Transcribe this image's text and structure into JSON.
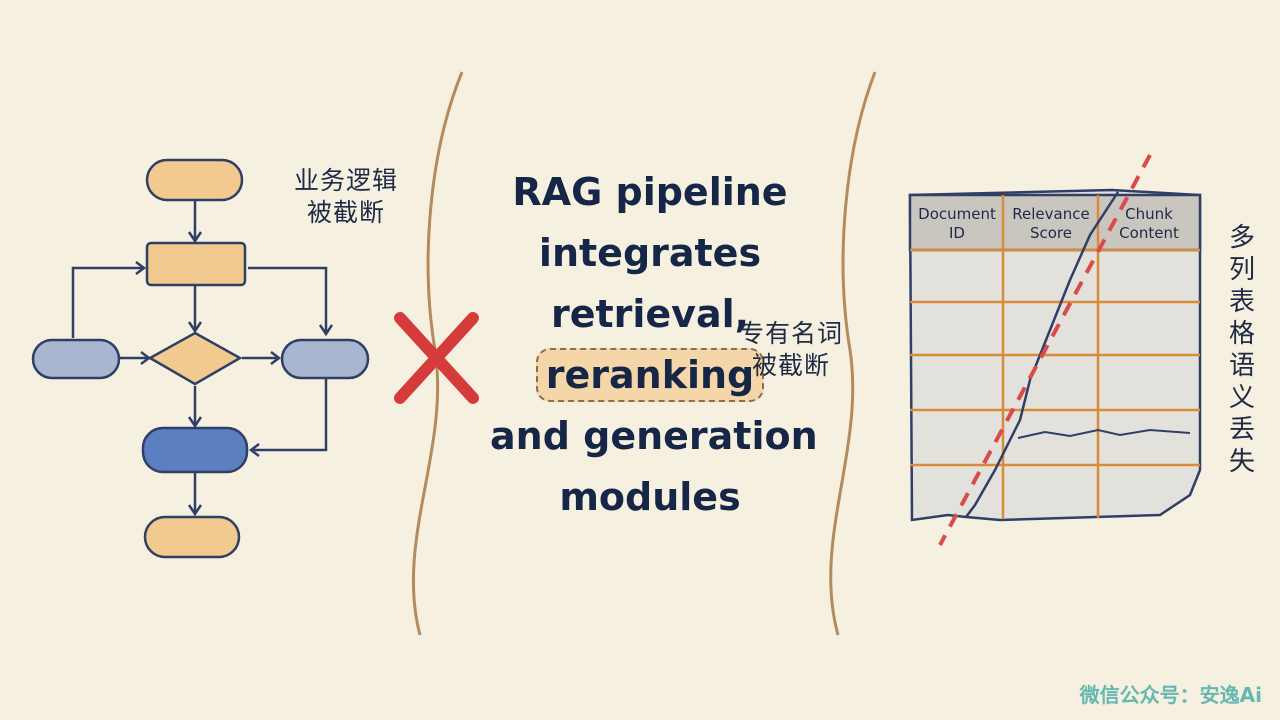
{
  "left_panel": {
    "caption_line1": "业务逻辑",
    "caption_line2": "被截断"
  },
  "center_panel": {
    "text_lines": [
      "RAG pipeline",
      "integrates",
      "retrieval,",
      "reranking",
      "and generation",
      "modules"
    ],
    "highlighted_word": "reranking",
    "caption_line1": "专有名词",
    "caption_line2": "被截断"
  },
  "right_panel": {
    "table_headers": [
      {
        "line1": "Document",
        "line2": "ID"
      },
      {
        "line1": "Relevance",
        "line2": "Score"
      },
      {
        "line1": "Chunk",
        "line2": "Content"
      }
    ],
    "vertical_caption": "多列表格语义丢失"
  },
  "watermark": "微信公众号：安逸Ai",
  "colors": {
    "background": "#f6f0e1",
    "orange_node": "#f2c98e",
    "blue_node": "#5b7fc0",
    "gray_blue_node": "#a9b6cf",
    "cross": "#d63b3b",
    "divider": "#b58a5c",
    "table_grid": "#d98b35",
    "cut_line": "#d94a4a"
  }
}
